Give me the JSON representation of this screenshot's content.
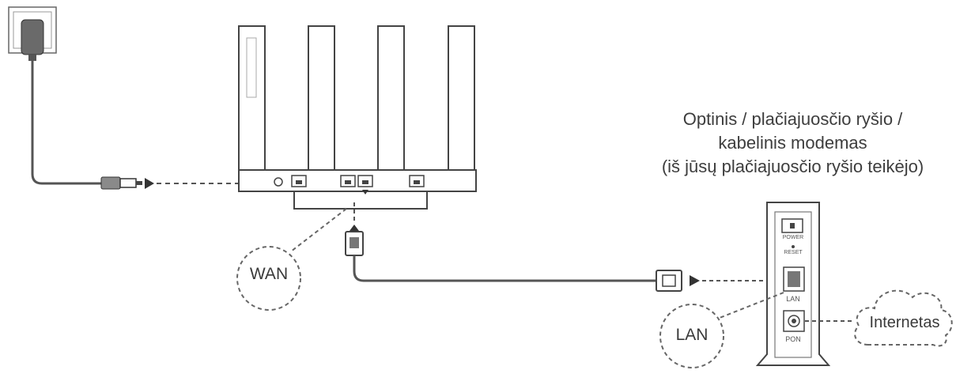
{
  "modem_caption": {
    "line1": "Optinis / plačiajuosčio ryšio /",
    "line2": "kabelinis modemas",
    "line3": "(iš jūsų plačiajuosčio ryšio teikėjo)"
  },
  "callouts": {
    "wan": "WAN",
    "lan": "LAN",
    "internet": "Internetas"
  },
  "modem_ports": {
    "power": "POWER",
    "reset": "RESET",
    "lan": "LAN",
    "pon": "PON"
  },
  "colors": {
    "line": "#555555",
    "dashed": "#666666",
    "device_fill": "#ffffff",
    "device_stroke": "#444444"
  }
}
